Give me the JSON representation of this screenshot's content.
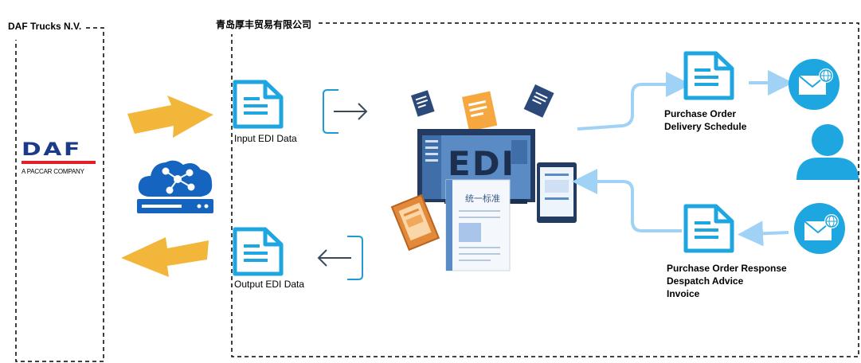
{
  "left_party": {
    "title": "DAF Trucks N.V."
  },
  "daf_logo": {
    "brand": "DAF",
    "tagline": "A PACCAR COMPANY"
  },
  "right_party": {
    "title": "青岛厚丰贸易有限公司"
  },
  "input_doc": {
    "label": "Input EDI Data"
  },
  "output_doc": {
    "label": "Output EDI Data"
  },
  "edi_center": {
    "screen_text": "EDI",
    "paper_text": "统一标准"
  },
  "outbound_docs": {
    "lines": [
      "Purchase Order",
      "Delivery Schedule"
    ]
  },
  "inbound_docs": {
    "lines": [
      "Purchase Order Response",
      "Despatch Advice",
      "Invoice"
    ]
  },
  "colors": {
    "doc_blue": "#1ea6e0",
    "arrow_yellow": "#f2b63a",
    "flow_light_blue": "#9fd2f5",
    "server_blue": "#1565c0",
    "daf_blue": "#1b3a8a",
    "daf_red": "#e21f26",
    "monitor_dark": "#243b61"
  }
}
